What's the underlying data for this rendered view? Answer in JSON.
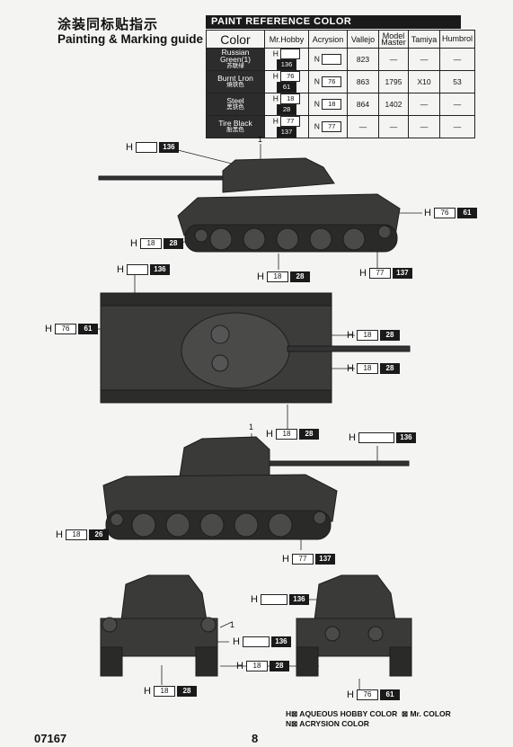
{
  "title_cn": "涂装同标贴指示",
  "title_en": "Painting & Marking guide",
  "table": {
    "heading": "PAINT REFERENCE COLOR",
    "columns": [
      "Color",
      "Mr.Hobby",
      "Acrysion",
      "Vallejo",
      "Model Master",
      "Tamiya",
      "Humbrol"
    ],
    "rows": [
      {
        "name": "Russian Green(1)",
        "name_cn": "苏联绿",
        "h_white": "",
        "h_dark": "136",
        "n": "",
        "vallejo": "823",
        "model_master": "—",
        "tamiya": "—",
        "humbrol": "—"
      },
      {
        "name": "Burnt Lron",
        "name_cn": "燒铁色",
        "h_white": "76",
        "h_dark": "61",
        "n": "76",
        "vallejo": "863",
        "model_master": "1795",
        "tamiya": "X10",
        "humbrol": "53"
      },
      {
        "name": "Steel",
        "name_cn": "黑铁色",
        "h_white": "18",
        "h_dark": "28",
        "n": "18",
        "vallejo": "864",
        "model_master": "1402",
        "tamiya": "—",
        "humbrol": "—"
      },
      {
        "name": "Tire Black",
        "name_cn": "胎黑色",
        "h_white": "77",
        "h_dark": "137",
        "n": "77",
        "vallejo": "—",
        "model_master": "—",
        "tamiya": "—",
        "humbrol": "—"
      }
    ],
    "h_prefix": "H",
    "n_prefix": "N"
  },
  "callouts": [
    {
      "id": "c1",
      "h": "H",
      "white": "",
      "dark": "136"
    },
    {
      "id": "c2",
      "h": "H",
      "white": "76",
      "dark": "61"
    },
    {
      "id": "c3",
      "h": "H",
      "white": "18",
      "dark": "28"
    },
    {
      "id": "c4",
      "h": "H",
      "white": "18",
      "dark": "28"
    },
    {
      "id": "c5",
      "h": "H",
      "white": "77",
      "dark": "137"
    },
    {
      "id": "c6",
      "h": "H",
      "white": "",
      "dark": "136"
    },
    {
      "id": "c7",
      "h": "H",
      "white": "76",
      "dark": "61"
    },
    {
      "id": "c8",
      "h": "H",
      "white": "18",
      "dark": "28"
    },
    {
      "id": "c9",
      "h": "H",
      "white": "18",
      "dark": "28"
    },
    {
      "id": "c10",
      "h": "H",
      "white": "18",
      "dark": "28"
    },
    {
      "id": "c11",
      "h": "H",
      "white": "",
      "dark": "136"
    },
    {
      "id": "c12",
      "h": "H",
      "white": "18",
      "dark": "26"
    },
    {
      "id": "c13",
      "h": "H",
      "white": "77",
      "dark": "137"
    },
    {
      "id": "c14",
      "h": "H",
      "white": "",
      "dark": "136"
    },
    {
      "id": "c15",
      "h": "H",
      "white": "",
      "dark": "136"
    },
    {
      "id": "c16",
      "h": "H",
      "white": "18",
      "dark": "28"
    },
    {
      "id": "c17",
      "h": "H",
      "white": "18",
      "dark": "28"
    },
    {
      "id": "c18",
      "h": "H",
      "white": "76",
      "dark": "61"
    }
  ],
  "markers": {
    "one": "1"
  },
  "legend": {
    "line1": "H⊠ AQUEOUS HOBBY COLOR",
    "line1b": "⊠ Mr. COLOR",
    "line2": "N⊠ ACRYSION COLOR"
  },
  "footer": {
    "code": "07167",
    "page": "8"
  },
  "colors": {
    "tank": "#3a3a38",
    "dark": "#1a1a1a"
  }
}
